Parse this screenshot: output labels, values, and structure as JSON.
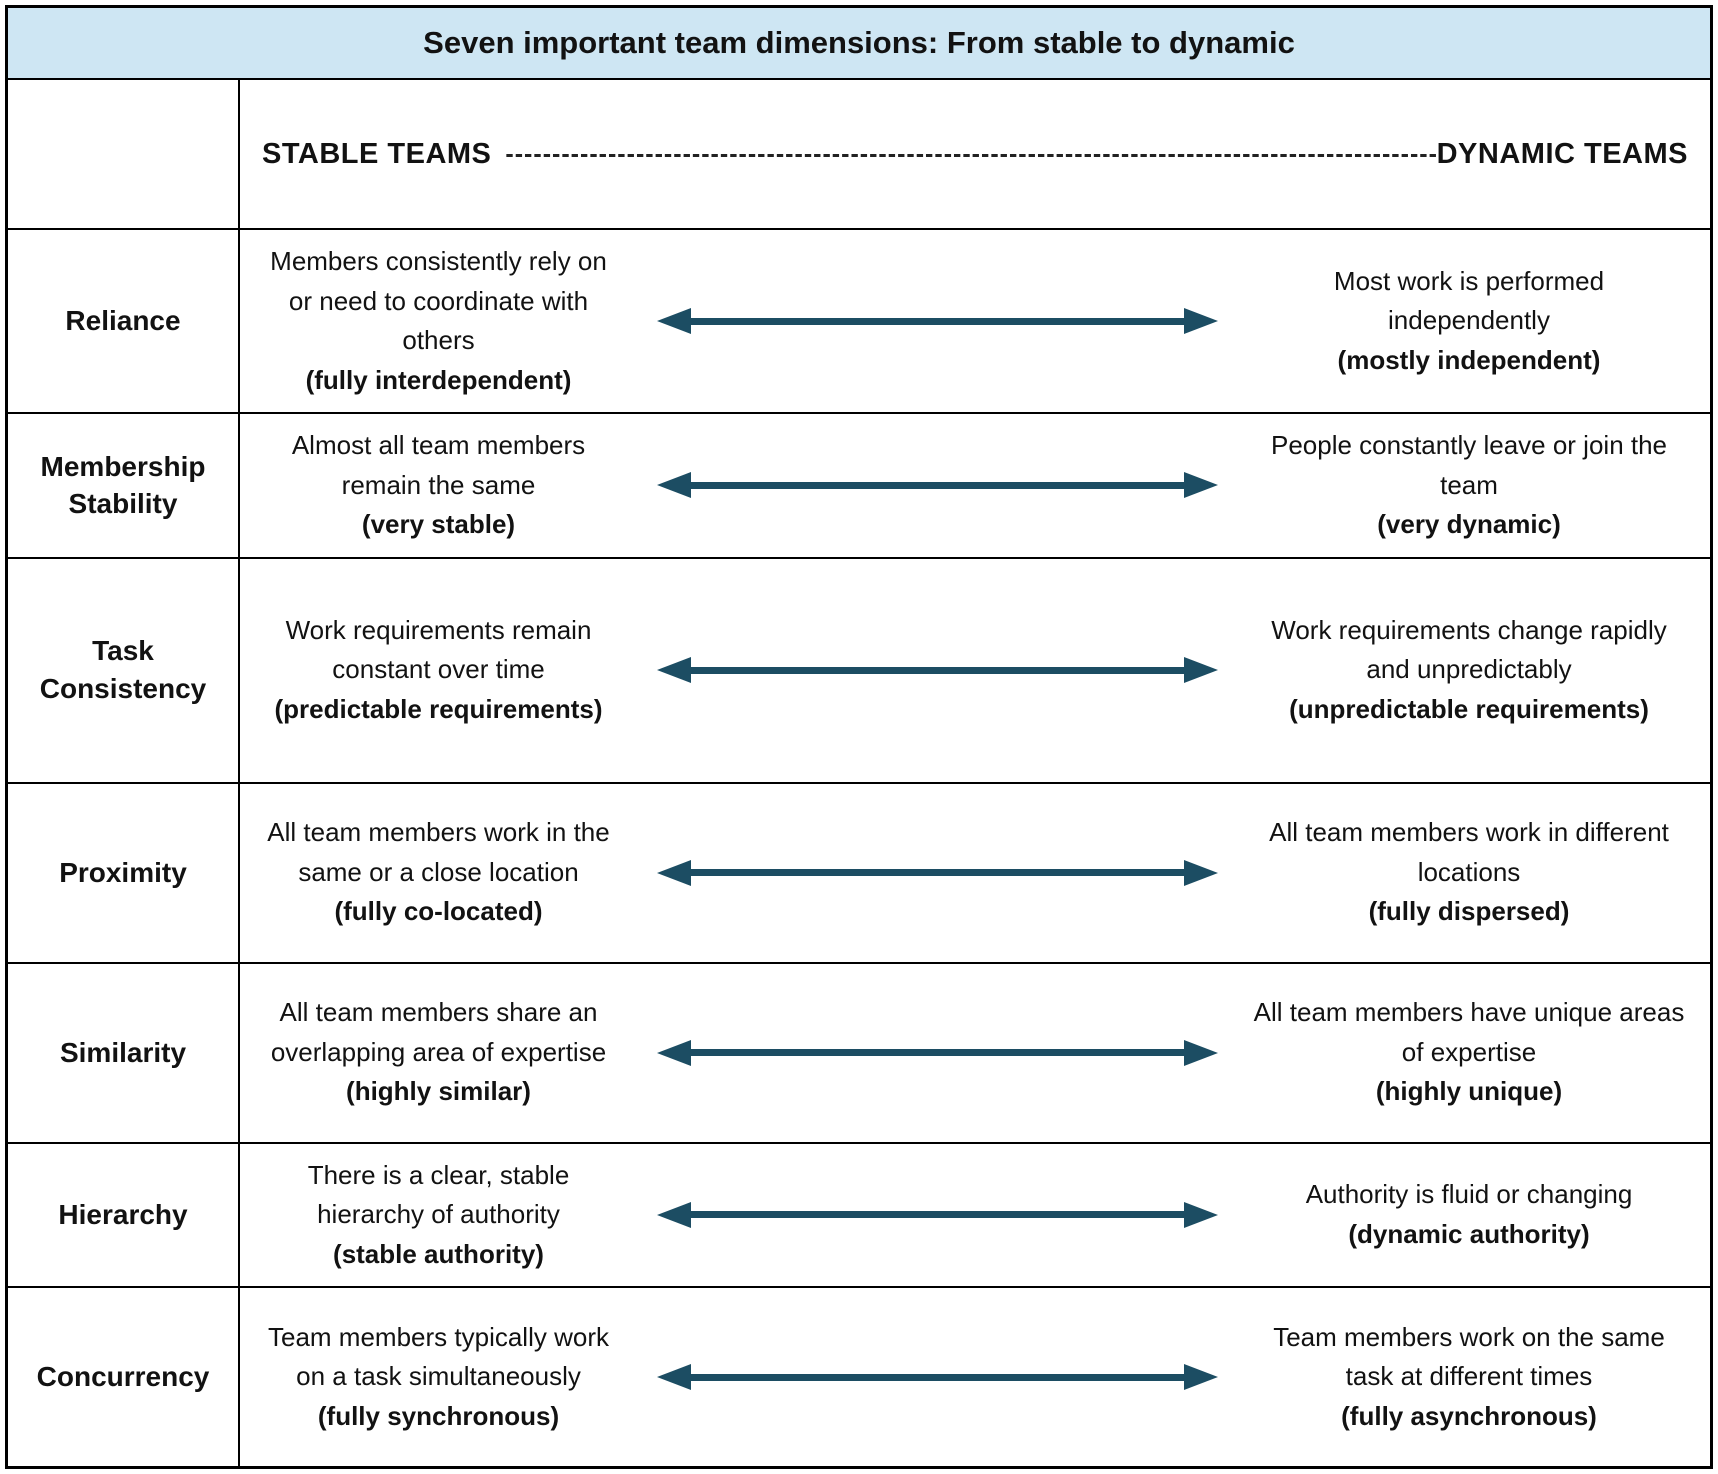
{
  "title": "Seven important team dimensions: From stable to dynamic",
  "header": {
    "stable_label": "STABLE TEAMS",
    "dashes": "--------------------------------------------------------------------------------------------------------------------------------",
    "dynamic_label": "DYNAMIC TEAMS"
  },
  "colors": {
    "title-bg": "#cee6f3",
    "arrow": "#1c4d63",
    "border": "#000000"
  },
  "rows": [
    {
      "dimension": "Reliance",
      "stable_text": "Members consistently rely on or need to coordinate with others",
      "stable_tag": "(fully interdependent)",
      "dynamic_text": "Most work is performed independently",
      "dynamic_tag": "(mostly independent)"
    },
    {
      "dimension": "Membership Stability",
      "stable_text": "Almost all team members remain the same",
      "stable_tag": "(very stable)",
      "dynamic_text": "People constantly leave or join the team",
      "dynamic_tag": "(very dynamic)"
    },
    {
      "dimension": "Task Consistency",
      "stable_text": "Work requirements remain constant over time",
      "stable_tag": "(predictable requirements)",
      "dynamic_text": "Work requirements change rapidly and unpredictably",
      "dynamic_tag": "(unpredictable requirements)"
    },
    {
      "dimension": "Proximity",
      "stable_text": "All team members work in the same or a close location",
      "stable_tag": "(fully co-located)",
      "dynamic_text": "All team members work in different locations",
      "dynamic_tag": "(fully dispersed)"
    },
    {
      "dimension": "Similarity",
      "stable_text": "All team members share an overlapping area of expertise",
      "stable_tag": "(highly similar)",
      "dynamic_text": "All team members have unique areas of expertise",
      "dynamic_tag": "(highly unique)"
    },
    {
      "dimension": "Hierarchy",
      "stable_text": "There is a clear, stable hierarchy of authority",
      "stable_tag": "(stable authority)",
      "dynamic_text": "Authority is fluid or changing",
      "dynamic_tag": "(dynamic authority)"
    },
    {
      "dimension": "Concurrency",
      "stable_text": "Team members typically work on a task simultaneously",
      "stable_tag": "(fully synchronous)",
      "dynamic_text": "Team members work on the same task at different times",
      "dynamic_tag": "(fully asynchronous)"
    }
  ]
}
